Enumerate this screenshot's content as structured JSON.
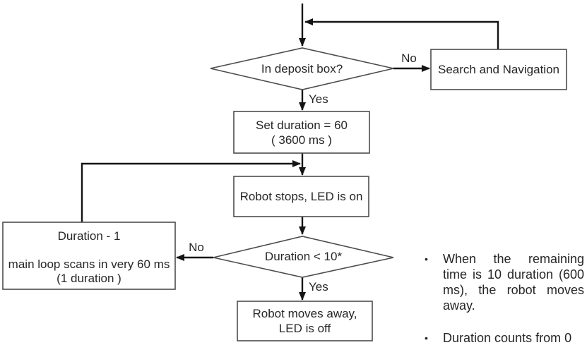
{
  "diagram": {
    "decision1": "In deposit box?",
    "branch_no1": "No",
    "branch_yes1": "Yes",
    "search_nav": "Search and Navigation",
    "set_duration_line1": "Set duration = 60",
    "set_duration_line2": "( 3600 ms )",
    "robot_stops": "Robot stops, LED is on",
    "decision2": "Duration < 10*",
    "branch_no2": "No",
    "branch_yes2": "Yes",
    "duration_line1": "Duration - 1",
    "duration_line2": "main loop scans in very 60 ms",
    "duration_line3": "(1 duration )",
    "moves_away_line1": "Robot moves away,",
    "moves_away_line2": "LED is off"
  },
  "notes": {
    "bullet": "•",
    "item1": "When the remaining time is 10 duration (600 ms), the robot moves away.",
    "item2": "Duration counts from 0"
  },
  "colors": {
    "line": "#141414",
    "box_border": "#4d4d4d",
    "text": "#262626",
    "background": "#ffffff"
  }
}
